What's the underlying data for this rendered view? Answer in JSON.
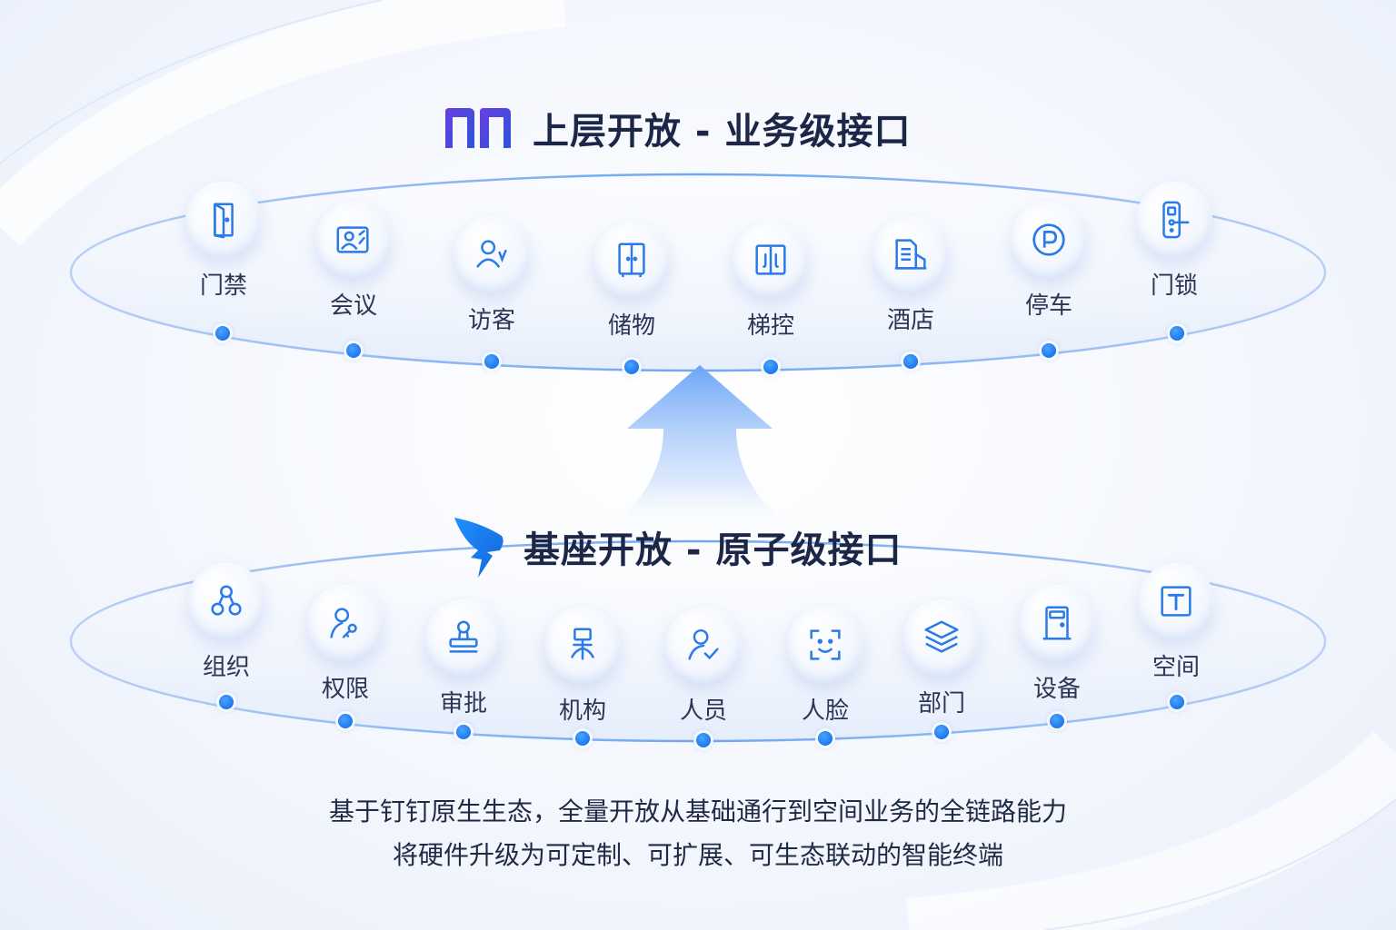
{
  "upper": {
    "title": "上层开放 - 业务级接口",
    "items": [
      {
        "label": "门禁",
        "icon": "door-icon"
      },
      {
        "label": "会议",
        "icon": "meeting-icon"
      },
      {
        "label": "访客",
        "icon": "visitor-icon"
      },
      {
        "label": "储物",
        "icon": "locker-icon"
      },
      {
        "label": "梯控",
        "icon": "elevator-icon"
      },
      {
        "label": "酒店",
        "icon": "hotel-icon"
      },
      {
        "label": "停车",
        "icon": "parking-icon"
      },
      {
        "label": "门锁",
        "icon": "door-lock-icon"
      }
    ]
  },
  "lower": {
    "title": "基座开放 - 原子级接口",
    "items": [
      {
        "label": "组织",
        "icon": "organization-icon"
      },
      {
        "label": "权限",
        "icon": "permission-key-icon"
      },
      {
        "label": "审批",
        "icon": "stamp-icon"
      },
      {
        "label": "机构",
        "icon": "structure-icon"
      },
      {
        "label": "人员",
        "icon": "person-check-icon"
      },
      {
        "label": "人脸",
        "icon": "face-scan-icon"
      },
      {
        "label": "部门",
        "icon": "layers-icon"
      },
      {
        "label": "设备",
        "icon": "device-icon"
      },
      {
        "label": "空间",
        "icon": "space-icon"
      }
    ]
  },
  "description": {
    "line1": "基于钉钉原生生态，全量开放从基础通行到空间业务的全链路能力",
    "line2": "将硬件升级为可定制、可扩展、可生态联动的智能终端"
  },
  "colors": {
    "accent": "#1d78ee",
    "title": "#1c2647",
    "logo_purple": "#4a3fd0",
    "icon": "#2a7ae8"
  }
}
